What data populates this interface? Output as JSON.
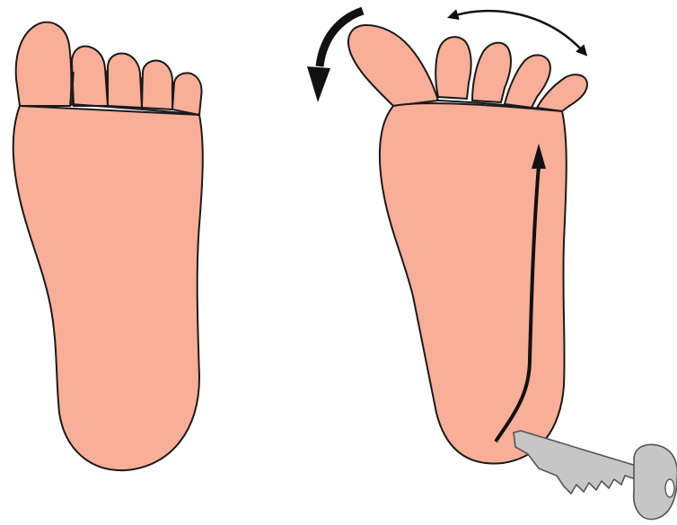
{
  "figure": {
    "panels": [
      {
        "id": "normal-foot",
        "state": "at rest"
      },
      {
        "id": "stimulated-foot",
        "state": "toes fanned, big toe extended"
      }
    ],
    "instrument": "key",
    "colors": {
      "skin": "#F9AE98",
      "outline": "#1a1a1a",
      "arrow": "#111111",
      "key_fill": "#C6C6C6",
      "key_outline": "#555555",
      "background": "#FFFFFF"
    },
    "icons": [
      "foot",
      "curved-arrow",
      "double-headed-arc-arrow",
      "stroke-arrow",
      "key"
    ]
  }
}
